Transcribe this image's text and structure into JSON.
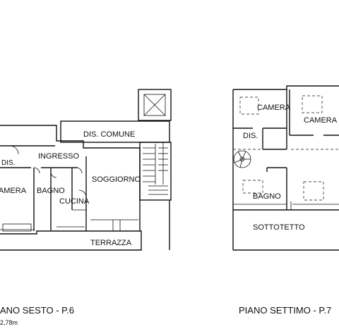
{
  "floors": [
    {
      "caption": "ANO SESTO - P.6",
      "subcaption": "2,78m",
      "rooms": {
        "dis_comune": "DIS. COMUNE",
        "dis": "DIS.",
        "ingresso": "INGRESSO",
        "camera": "CAMERA",
        "bagno": "BAGNO",
        "cucina": "CUCINA",
        "soggiorno": "SOGGIORNO",
        "terrazza": "TERRAZZA"
      }
    },
    {
      "caption": "PIANO SETTIMO - P.7",
      "rooms": {
        "camera_1": "CAMERA",
        "camera_2": "CAMERA",
        "dis": "DIS.",
        "bagno": "BAGNO",
        "sottotetto": "SOTTOTETTO"
      }
    }
  ]
}
